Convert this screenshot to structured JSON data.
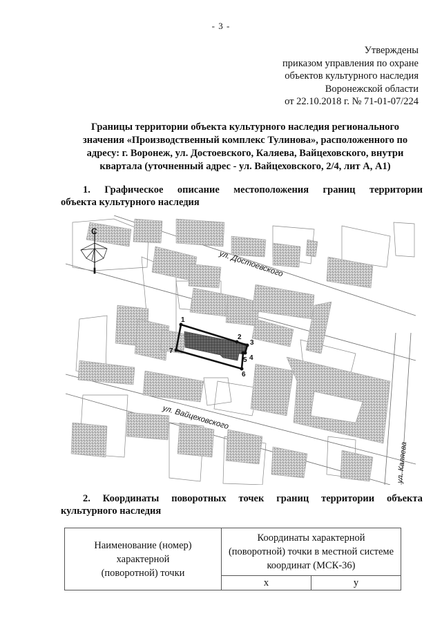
{
  "page_number": "- 3 -",
  "approval": {
    "lines": [
      "Утверждены",
      "приказом управления по охране",
      "объектов культурного наследия",
      "Воронежской области",
      "от 22.10.2018 г. № 71-01-07/224"
    ]
  },
  "title": {
    "lines": [
      "Границы территории объекта культурного наследия регионального",
      "значения «Производственный комплекс Тулинова», расположенного по",
      "адресу: г. Воронеж, ул. Достоевского, Каляева, Вайцеховского, внутри",
      "квартала (уточненный адрес - ул. Вайцеховского, 2/4, лит А, А1)"
    ]
  },
  "section1": {
    "number": "1.",
    "words_line1": [
      "Графическое",
      "описание",
      "местоположения",
      "границ",
      "территории"
    ],
    "line2": "объекта культурного наследия"
  },
  "map": {
    "north_label": "С",
    "streets": {
      "dostoevskogo": "ул. Достоевского",
      "vaytsekhovskogo": "ул. Вайцеховского",
      "kalyaeva": "ул. Каляева"
    },
    "boundary_points": [
      {
        "label": "1"
      },
      {
        "label": "2"
      },
      {
        "label": "3"
      },
      {
        "label": "4"
      },
      {
        "label": "5"
      },
      {
        "label": "6"
      },
      {
        "label": "7"
      }
    ],
    "colors": {
      "building_fill": "#b8b8b8",
      "object_fill": "#5a5a5a",
      "boundary": "#111111",
      "line": "#777777"
    }
  },
  "section2": {
    "number": "2.",
    "words_line1": [
      "Координаты",
      "поворотных",
      "точек",
      "границ",
      "территории",
      "объекта"
    ],
    "line2": "культурного наследия"
  },
  "table": {
    "header_name": [
      "Наименование (номер)",
      "характерной",
      "(поворотной) точки"
    ],
    "header_coords": [
      "Координаты характерной",
      "(поворотной) точки в местной системе",
      "координат (МСК-36)"
    ],
    "col_x": "х",
    "col_y": "у"
  }
}
